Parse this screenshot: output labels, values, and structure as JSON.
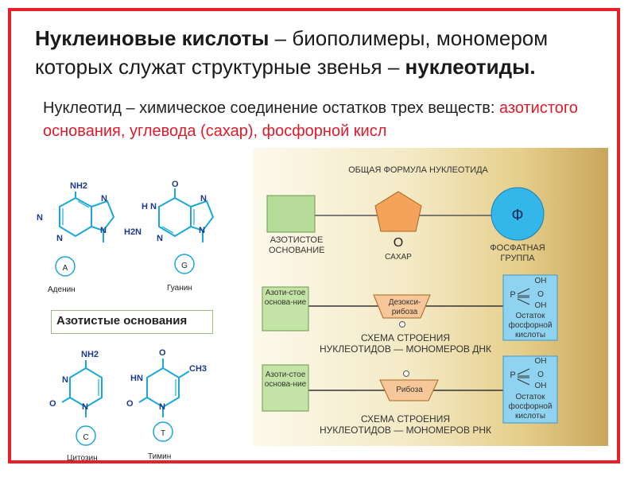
{
  "slide": {
    "title_bold": "Нуклеиновые кислоты",
    "title_rest": " – биополимеры, мономером которых служат структурные звенья –",
    "title_bold2": "нуклеотиды.",
    "def_prefix": "Нуклеотид – химическое соединение остатков трех веществ: ",
    "def_red": "азотистого основания, углевода (сахар), фосфорной кисл",
    "bases_label": "Азотистые основания"
  },
  "bases": {
    "adenine": {
      "letter": "A",
      "name": "Аденин",
      "nh2": "NH2"
    },
    "guanine": {
      "letter": "G",
      "name": "Гуанин",
      "hn": "H N",
      "h2n": "H2N",
      "o": "O"
    },
    "cytosine": {
      "letter": "C",
      "name": "Цитозин",
      "nh2": "NH2",
      "o": "O"
    },
    "thymine": {
      "letter": "T",
      "name": "Тимин",
      "hn": "HN",
      "o": "O",
      "ch3": "CH3"
    },
    "n": "N"
  },
  "general": {
    "title": "ОБЩАЯ ФОРМУЛА НУКЛЕОТИДА",
    "base_label": "АЗОТИСТОЕ ОСНОВАНИЕ",
    "sugar_letter": "O",
    "sugar_label": "САХАР",
    "phosphate_symbol": "Ф",
    "phosphate_label": "ФОСФАТНАЯ ГРУППА"
  },
  "dna": {
    "base": "Азоти-стое основа-ние",
    "sugar": "Дезокси-рибоза",
    "p": "P",
    "oh1": "OH",
    "o": "O",
    "oh2": "OH",
    "phos_label": "Остаток фосфорной кислоты",
    "caption1": "СХЕМА СТРОЕНИЯ",
    "caption2": "НУКЛЕОТИДОВ — МОНОМЕРОВ ДНК"
  },
  "rna": {
    "base": "Азоти-стое основа-ние",
    "sugar": "Рибоза",
    "p": "P",
    "oh1": "OH",
    "o": "O",
    "oh2": "OH",
    "phos_label": "Остаток фосфорной кислоты",
    "caption1": "СХЕМА СТРОЕНИЯ",
    "caption2": "НУКЛЕОТИДОВ — МОНОМЕРОВ РНК"
  },
  "colors": {
    "frame": "#e8202a",
    "accent_red": "#e01a2a",
    "ring": "#1aa7dc",
    "base_green": "#b7dc9a",
    "sugar_orange": "#f5a35a",
    "phosphate_blue": "#33b7ea"
  }
}
